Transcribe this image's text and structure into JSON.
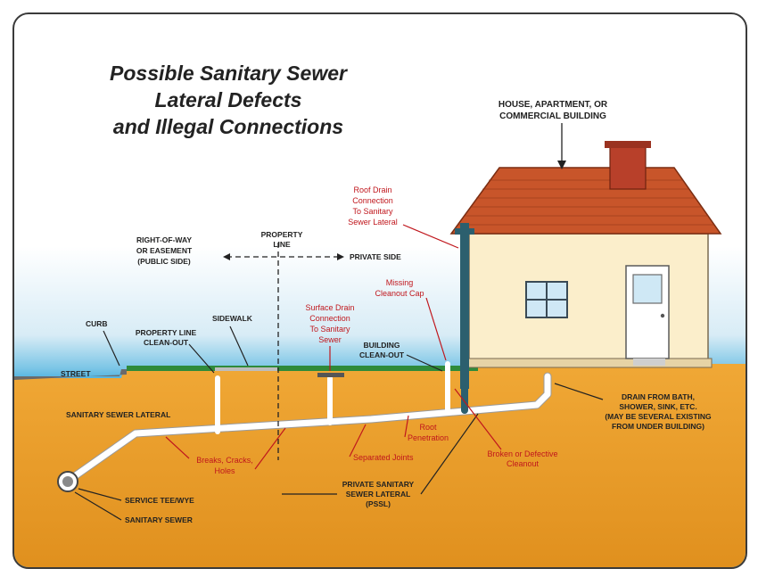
{
  "title": {
    "line1": "Possible Sanitary Sewer",
    "line2": "Lateral Defects",
    "line3": "and Illegal Connections"
  },
  "labels": {
    "house_1": "HOUSE, APARTMENT, OR",
    "house_2": "COMMERCIAL BUILDING",
    "row_1": "RIGHT-OF-WAY",
    "row_2": "OR EASEMENT",
    "row_3": "(PUBLIC SIDE)",
    "propline_1": "PROPERTY",
    "propline_2": "LINE",
    "private_side": "PRIVATE SIDE",
    "curb": "CURB",
    "street": "STREET",
    "sidewalk": "SIDEWALK",
    "pl_cleanout_1": "PROPERTY LINE",
    "pl_cleanout_2": "CLEAN-OUT",
    "bldg_cleanout_1": "BUILDING",
    "bldg_cleanout_2": "CLEAN-OUT",
    "sanitary_lateral": "SANITARY SEWER LATERAL",
    "service_tee": "SERVICE TEE/WYE",
    "sanitary_sewer": "SANITARY SEWER",
    "pssl_1": "PRIVATE SANITARY",
    "pssl_2": "SEWER LATERAL",
    "pssl_3": "(PSSL)",
    "drain_1": "DRAIN FROM BATH,",
    "drain_2": "SHOWER, SINK, ETC.",
    "drain_3": "(MAY BE SEVERAL EXISTING",
    "drain_4": "FROM UNDER BUILDING)"
  },
  "defects": {
    "roof_1": "Roof Drain",
    "roof_2": "Connection",
    "roof_3": "To Sanitary",
    "roof_4": "Sewer Lateral",
    "cap_1": "Missing",
    "cap_2": "Cleanout Cap",
    "surface_1": "Surface Drain",
    "surface_2": "Connection",
    "surface_3": "To Sanitary",
    "surface_4": "Sewer",
    "root_1": "Root",
    "root_2": "Penetration",
    "breaks_1": "Breaks, Cracks,",
    "breaks_2": "Holes",
    "joints": "Separated Joints",
    "broken_1": "Broken or Defective",
    "broken_2": "Cleanout"
  },
  "colors": {
    "soil": "#e99a2a",
    "sky": "#4fb3e0",
    "roof": "#c8552a",
    "wall": "#fbeecb",
    "pipe": "#ffffff",
    "callout": "#c0171d",
    "downspout": "#2c5f6e"
  }
}
